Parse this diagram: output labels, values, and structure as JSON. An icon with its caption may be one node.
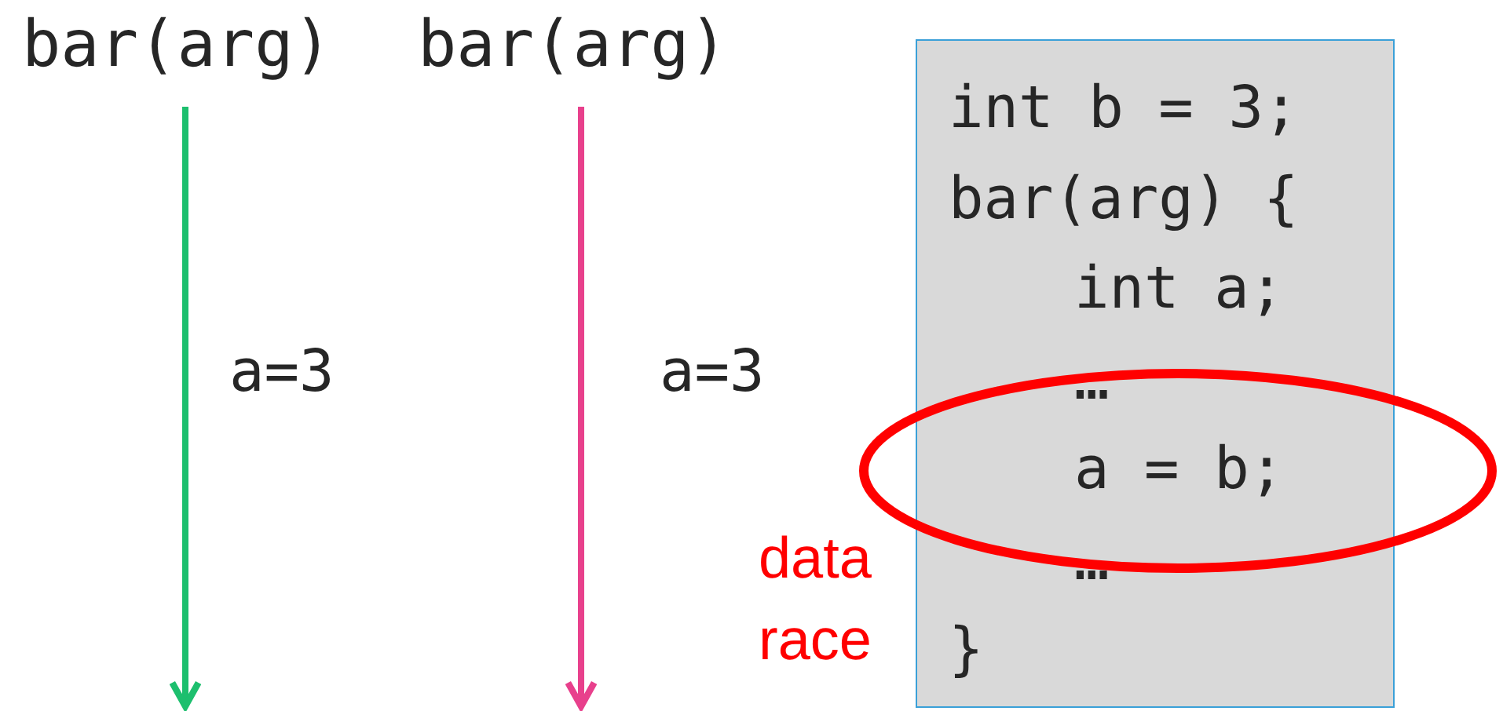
{
  "diagram": {
    "nodes": [
      {
        "text": [
          "bar(arg)"
        ]
      },
      {
        "text": [
          "bar(arg)"
        ]
      },
      {
        "text": [
          "int b = 3;",
          "bar(arg) {",
          "int a;",
          "…",
          "a = b;",
          "…",
          "}"
        ]
      }
    ],
    "edges": [
      {
        "from": 0,
        "to": null,
        "arrow": "to",
        "label": "a=3",
        "color": "#1dbf6e"
      },
      {
        "from": 1,
        "to": null,
        "arrow": "to",
        "label": "a=3",
        "color": "#e8408c"
      }
    ],
    "labels": [
      "data race"
    ]
  }
}
